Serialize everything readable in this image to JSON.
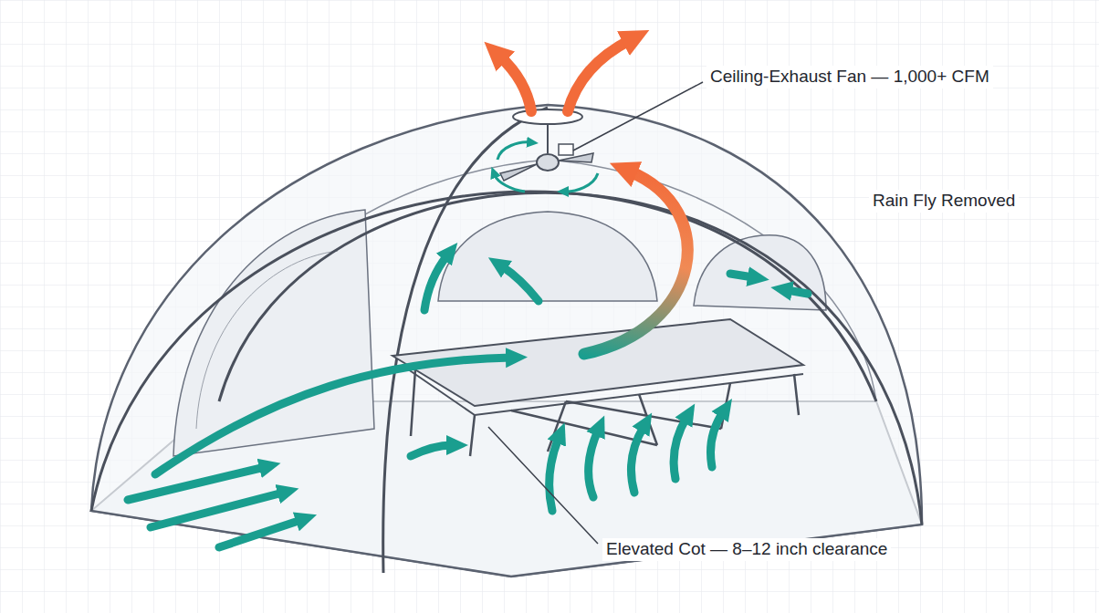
{
  "diagram": {
    "labels": [
      "Ceiling-Exhaust Fan — 1,000+ CFM",
      "Rain Fly Removed",
      "Elevated Cot — 8–12 inch clearance"
    ]
  }
}
